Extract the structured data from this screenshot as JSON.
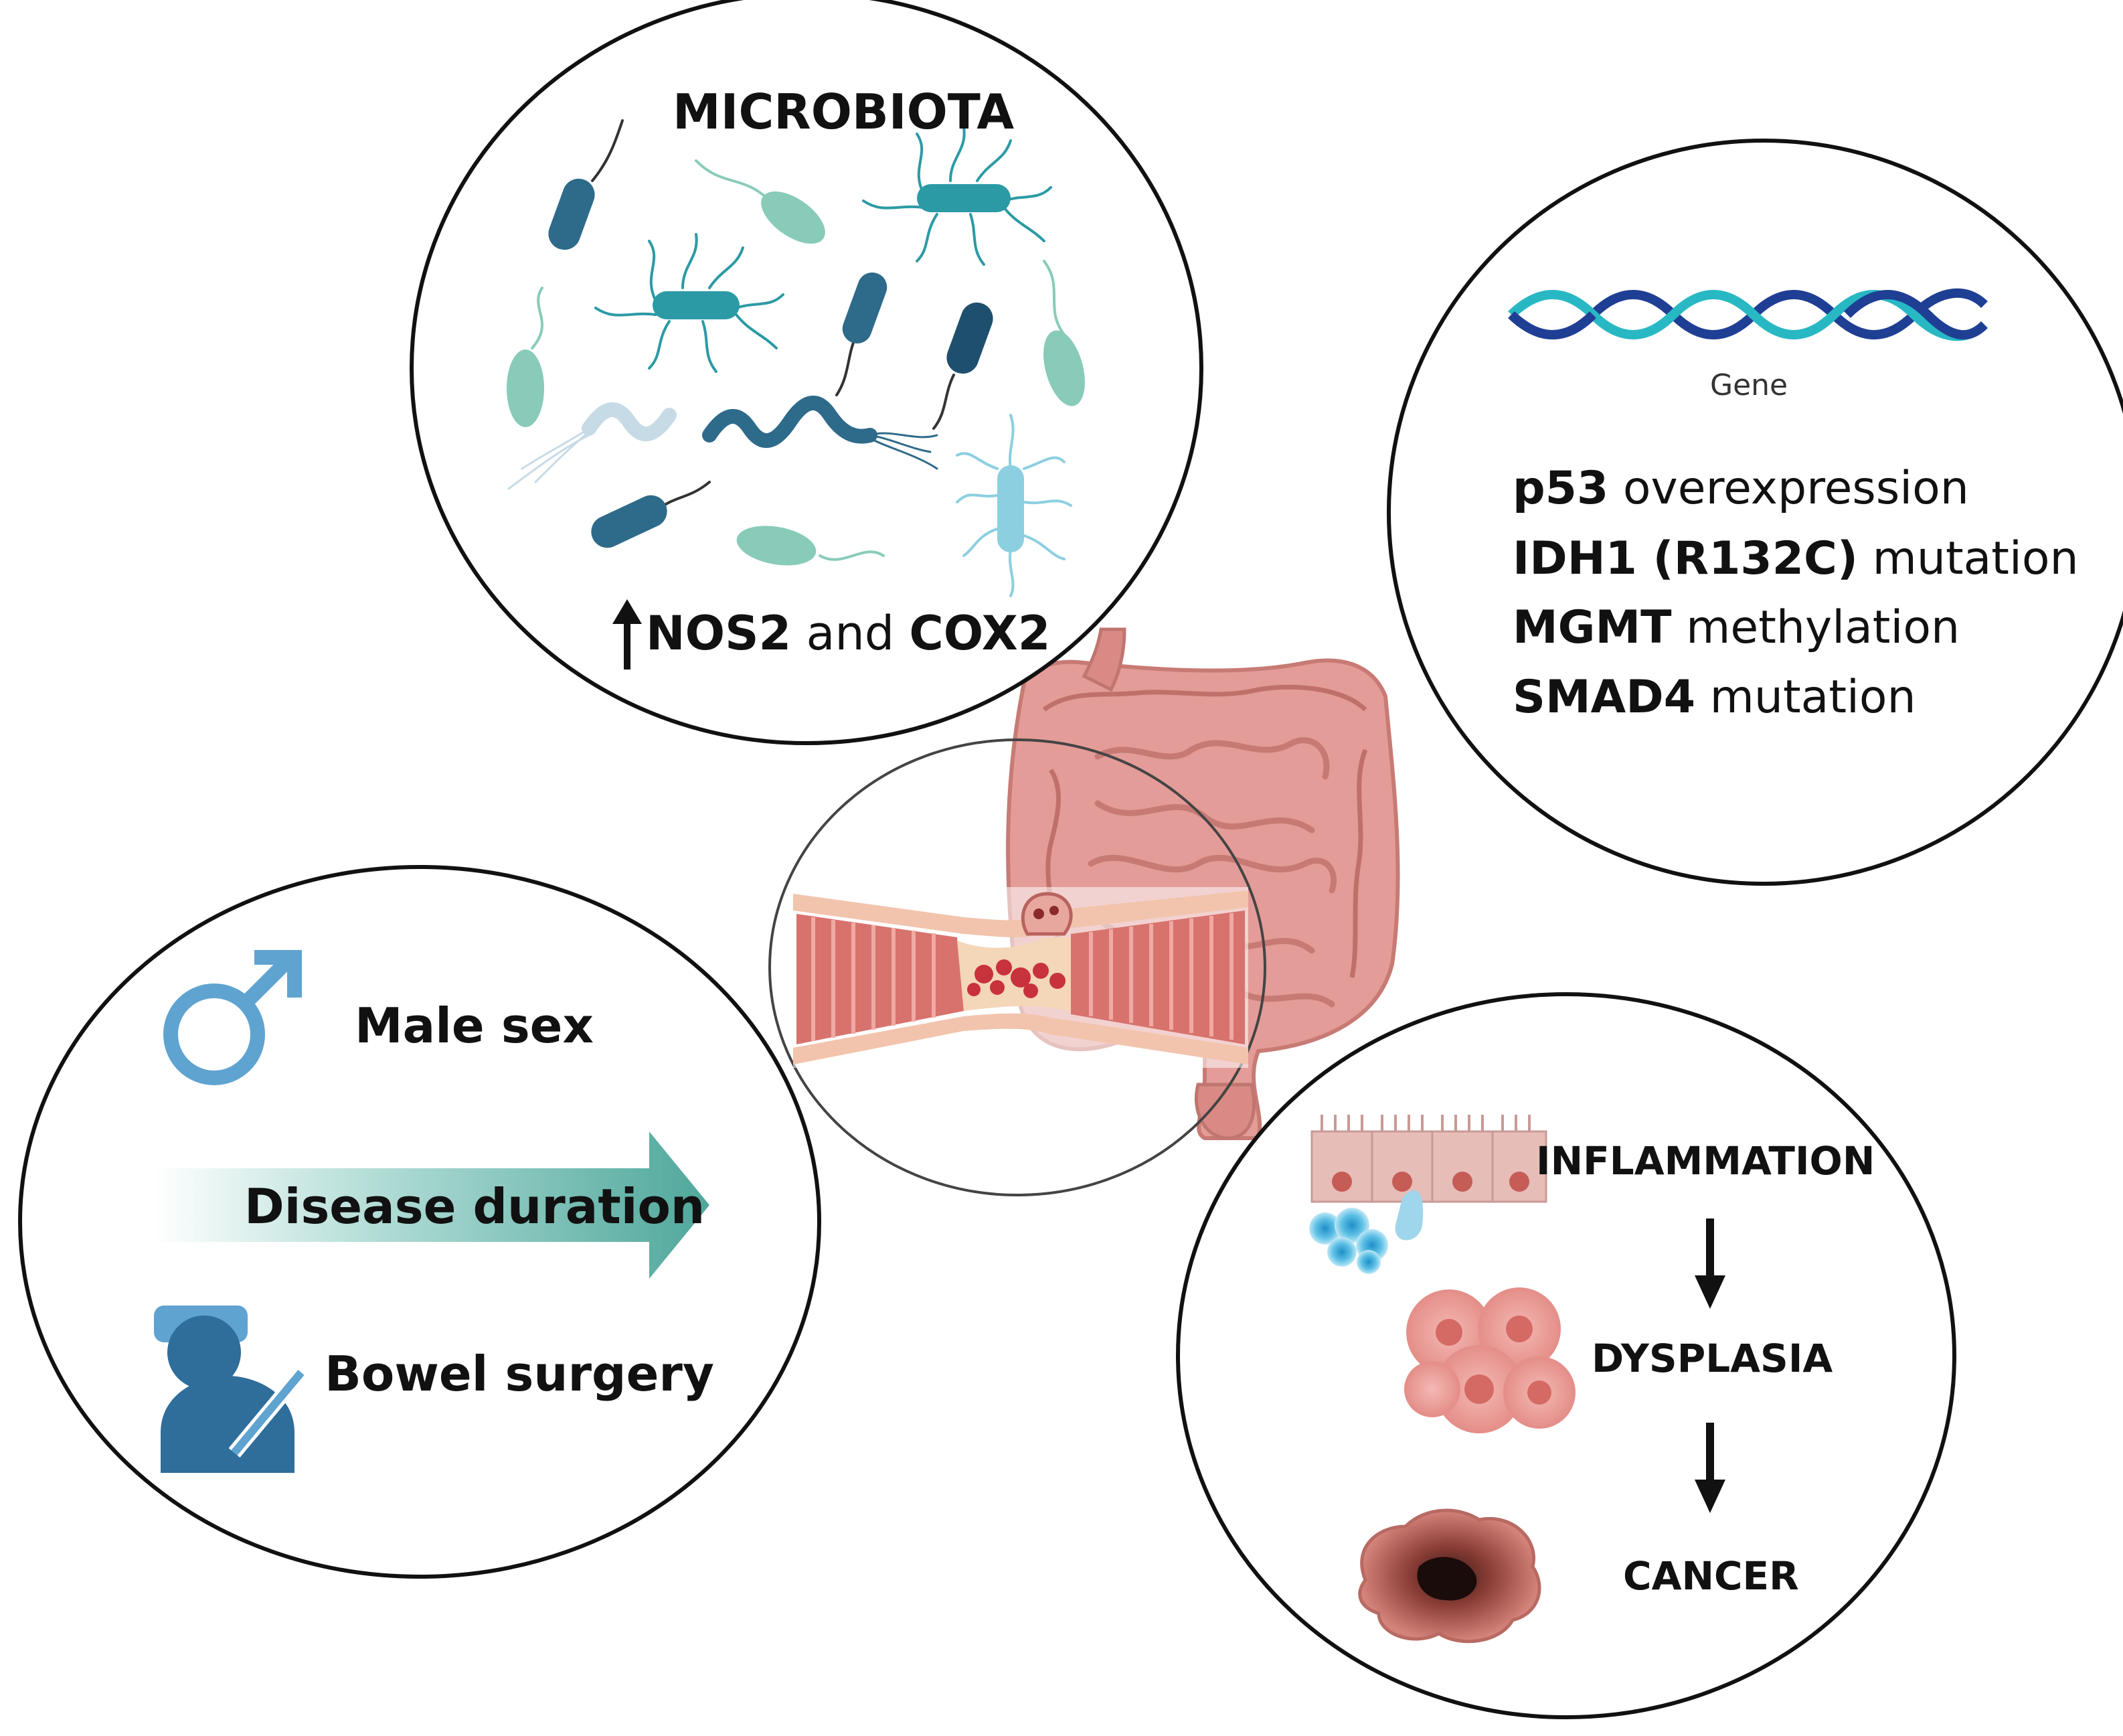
{
  "microbiota": {
    "title": "MICROBIOTA",
    "effect_arrow": "up-arrow-icon",
    "effect": {
      "gene_a": "NOS2",
      "joiner": " and ",
      "gene_b": "COX2"
    }
  },
  "genetics": {
    "dna_caption": "Gene",
    "lines": [
      {
        "gene": "p53",
        "change": " overexpression"
      },
      {
        "gene": "IDH1 (R132C)",
        "change": " mutation"
      },
      {
        "gene": "MGMT",
        "change": " methylation"
      },
      {
        "gene": "SMAD4",
        "change": " mutation"
      }
    ]
  },
  "risk_factors": {
    "male_sex": "Male sex",
    "disease_duration": "Disease duration",
    "bowel_surgery": "Bowel surgery",
    "icons": [
      "male-symbol-icon",
      "surgeon-icon"
    ]
  },
  "progression": {
    "steps": [
      "INFLAMMATION",
      "DYSPLASIA",
      "CANCER"
    ]
  },
  "colors": {
    "outline": "#111111",
    "teal": "#5fb3a6",
    "bacteria_dark": "#2e6a8a",
    "bacteria_teal": "#2b9aa5",
    "bacteria_mint": "#88cbb8",
    "colon": "#d98a84",
    "tissue_pink": "#e9a8a3",
    "immune_blue": "#5fc1e6"
  }
}
